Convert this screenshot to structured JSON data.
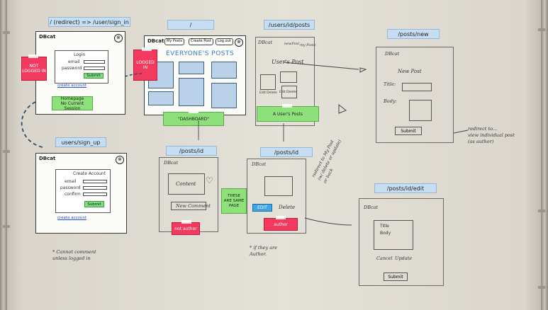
{
  "routes": {
    "sign_in_redirect": "/ (redirect) => /user/sign_in",
    "root": "/",
    "user_posts": "/users/id/posts",
    "posts_new": "/posts/new",
    "sign_up": "users/sign_up",
    "posts_id_a": "/posts/id",
    "posts_id_b": "/posts/id",
    "posts_id_edit": "/posts/id/edit"
  },
  "sign_in": {
    "app_name": "DBcat",
    "close": "⊗",
    "heading": "Login",
    "email_label": "email",
    "password_label": "password",
    "submit": "Submit",
    "create_account_link": "create account",
    "homepage_note": "Homepage\nNo Current Session",
    "not_logged_in": "NOT\nLOGGED IN"
  },
  "home": {
    "app_name": "DBcat",
    "tabs": [
      "My Posts",
      "Create Post",
      "Log out"
    ],
    "close": "⊗",
    "banner": "EVERYONE'S POSTS",
    "logged_in": "LOGGED IN",
    "dashboard": "\"DASHBOARD\""
  },
  "user_posts": {
    "app_name": "DBcat",
    "nav_a": "newPost",
    "nav_b": "my Posts",
    "heading": "User's Post",
    "edit_labels": [
      "Edit Delete",
      "Edit Delete",
      "Edit Delete"
    ],
    "sticky": "A User's Posts"
  },
  "posts_new": {
    "app_name": "DBcat",
    "heading": "New Post",
    "title_label": "Title:",
    "body_label": "Body:",
    "submit": "Submit",
    "note": "redirect to...\nview individual post\n(as author)"
  },
  "sign_up": {
    "app_name": "DBcat",
    "close": "⊗",
    "heading": "Create Account",
    "email_label": "email",
    "password_label": "password",
    "confirm_label": "confirm",
    "submit": "Submit",
    "create_account_link": "create account",
    "note": "* Cannot comment\nunless logged in"
  },
  "post_view_a": {
    "app_name": "DBcat",
    "content": "Content",
    "comment": "New Comment",
    "sticky": "not author"
  },
  "post_view_b": {
    "app_name": "DBcat",
    "edit": "EDIT",
    "delete": "Delete",
    "sticky": "author",
    "note": "* if they are\nAuthor."
  },
  "same_page": "THESE\nARE SAME\nPAGE",
  "redirect_note": "redirect to My Post\n(w/ delete or update)\nor back",
  "post_edit": {
    "app_name": "DBcat",
    "title": "Title",
    "body": "Body",
    "cancel": "Cancel",
    "update": "Update",
    "submit": "Submit"
  },
  "colors": {
    "label_blue": "#c6def2",
    "sticky_green": "#8ee07a",
    "sticky_red": "#f23a5e",
    "sticky_blue": "#3fa6e6",
    "thumb_blue": "#b9d2ea"
  }
}
